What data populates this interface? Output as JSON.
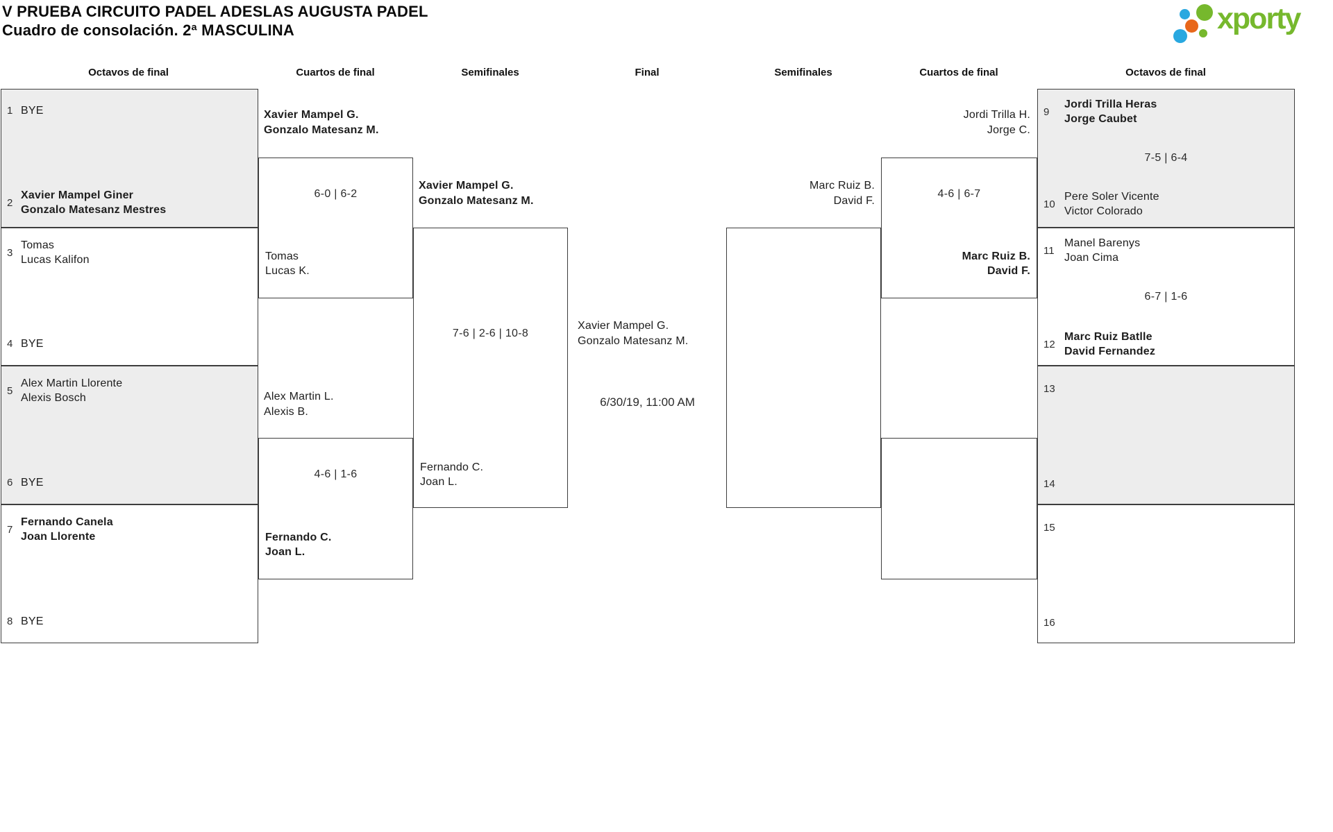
{
  "header": {
    "title": "V PRUEBA CIRCUITO PADEL ADESLAS AUGUSTA PADEL",
    "subtitle": "Cuadro de consolación. 2ª MASCULINA",
    "brand": "xporty"
  },
  "rounds": {
    "r1": "Octavos de final",
    "r2": "Cuartos de final",
    "r3": "Semifinales",
    "r4": "Final",
    "r5": "Semifinales",
    "r6": "Cuartos de final",
    "r7": "Octavos de final"
  },
  "octavos_left": {
    "m1": {
      "top": {
        "seed": "1",
        "l1": "BYE"
      },
      "bottom": {
        "seed": "2",
        "l1": "Xavier Mampel Giner",
        "l2": "Gonzalo Matesanz Mestres"
      }
    },
    "m2": {
      "top": {
        "seed": "3",
        "l1": "Tomas",
        "l2": "Lucas Kalifon"
      },
      "bottom": {
        "seed": "4",
        "l1": "BYE"
      }
    },
    "m3": {
      "top": {
        "seed": "5",
        "l1": "Alex Martin Llorente",
        "l2": "Alexis Bosch"
      },
      "bottom": {
        "seed": "6",
        "l1": "BYE"
      }
    },
    "m4": {
      "top": {
        "seed": "7",
        "l1": "Fernando Canela",
        "l2": "Joan Llorente"
      },
      "bottom": {
        "seed": "8",
        "l1": "BYE"
      }
    }
  },
  "cuartos_left": {
    "m1": {
      "top_l1": "Xavier Mampel G.",
      "top_l2": "Gonzalo Matesanz M.",
      "score": "6-0 | 6-2",
      "bottom_l1": "Tomas",
      "bottom_l2": "Lucas K."
    },
    "m2": {
      "top_l1": "Alex Martin L.",
      "top_l2": "Alexis B.",
      "score": "4-6 | 1-6",
      "bottom_l1": "Fernando C.",
      "bottom_l2": "Joan L."
    }
  },
  "semifinal_left": {
    "top_l1": "Xavier Mampel G.",
    "top_l2": "Gonzalo Matesanz M.",
    "score": "7-6 | 2-6 | 10-8",
    "bottom_l1": "Fernando C.",
    "bottom_l2": "Joan L."
  },
  "final": {
    "winner_l1": "Xavier Mampel G.",
    "winner_l2": "Gonzalo Matesanz M.",
    "schedule": "6/30/19, 11:00 AM"
  },
  "semifinal_right": {
    "top_l1": "Marc Ruiz B.",
    "top_l2": "David F."
  },
  "cuartos_right": {
    "m1": {
      "top_l1": "Jordi Trilla H.",
      "top_l2": "Jorge C.",
      "score": "4-6 | 6-7",
      "bottom_l1": "Marc Ruiz B.",
      "bottom_l2": "David F."
    }
  },
  "octavos_right": {
    "m1": {
      "score": "7-5 | 6-4",
      "top": {
        "seed": "9",
        "l1": "Jordi Trilla Heras",
        "l2": "Jorge Caubet"
      },
      "bottom": {
        "seed": "10",
        "l1": "Pere Soler Vicente",
        "l2": "Victor Colorado"
      }
    },
    "m2": {
      "score": "6-7 | 1-6",
      "top": {
        "seed": "11",
        "l1": "Manel Barenys",
        "l2": "Joan Cima"
      },
      "bottom": {
        "seed": "12",
        "l1": "Marc Ruiz Batlle",
        "l2": "David Fernandez"
      }
    },
    "m3": {
      "top": {
        "seed": "13"
      },
      "bottom": {
        "seed": "14"
      }
    },
    "m4": {
      "top": {
        "seed": "15"
      },
      "bottom": {
        "seed": "16"
      }
    }
  },
  "colors": {
    "brand_green": "#76b82d",
    "brand_blue": "#29a8e0",
    "brand_orange": "#e8671b",
    "shade_gray": "#ededed",
    "border": "#3d3d3d"
  }
}
